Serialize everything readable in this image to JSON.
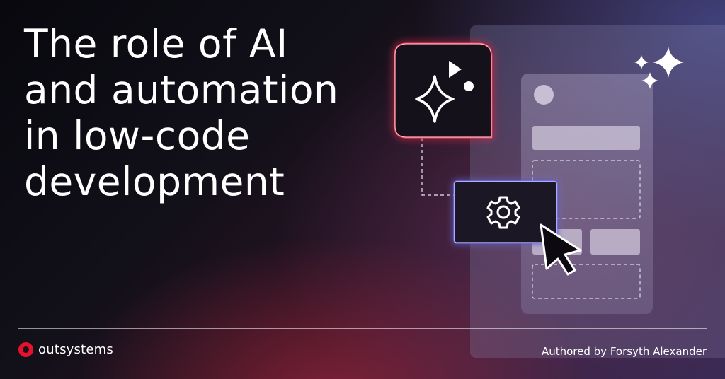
{
  "headline": {
    "lines": [
      "The role of AI",
      "and automation",
      "in low-code",
      "development"
    ]
  },
  "brand": {
    "name": "outsystems",
    "color": "#e8112d"
  },
  "author": "Authored by Forsyth Alexander",
  "illustration": {
    "icons": [
      "sparkle-play-icon",
      "gear-icon",
      "cursor-icon",
      "sparkles-icon"
    ],
    "accent_colors": {
      "ai_card_glow": "#ff3a5c",
      "gear_card_glow": "#7d7dff"
    }
  }
}
